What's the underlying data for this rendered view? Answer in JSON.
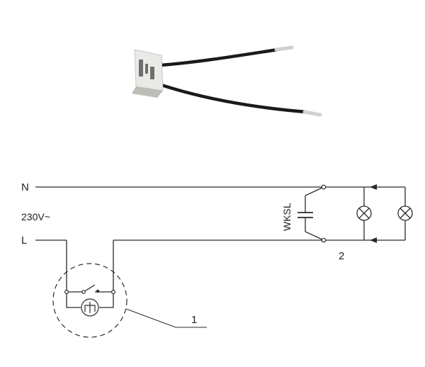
{
  "labels": {
    "neutral": "N",
    "line": "L",
    "voltage": "230V~",
    "component": "WKSL",
    "callout_1": "1",
    "callout_2": "2"
  },
  "colors": {
    "wire": "#2a2a2a",
    "module_body": "#e9e9e6",
    "module_shadow": "#bdbdb8",
    "lead": "#1a1a1a",
    "tip": "#cfcfcf"
  }
}
